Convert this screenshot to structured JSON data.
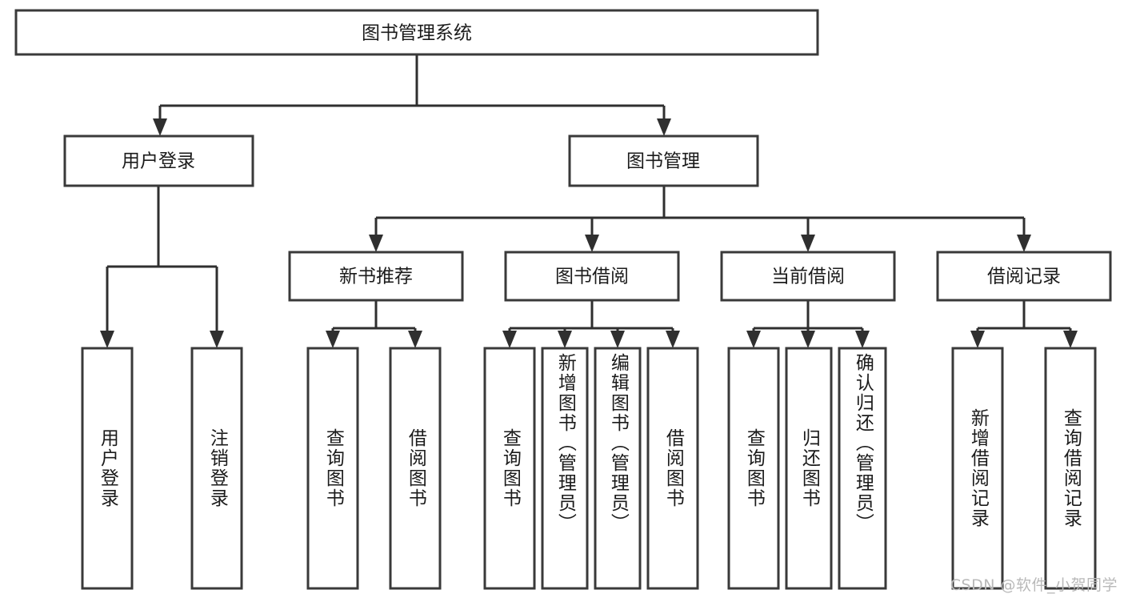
{
  "diagram": {
    "type": "tree",
    "title": "图书管理系统",
    "orientation": "top-down",
    "watermark": "CSDN @软件_小贺同学",
    "colors": {
      "box_stroke": "#3a3a3a",
      "box_fill": "#ffffff",
      "connector": "#2f2f2f",
      "text": "#1b1b1b",
      "background": "#ffffff",
      "watermark": "#b9b9b9"
    },
    "root": {
      "label": "图书管理系统"
    },
    "level2": [
      {
        "label": "用户登录"
      },
      {
        "label": "图书管理"
      }
    ],
    "level3": [
      {
        "label": "新书推荐"
      },
      {
        "label": "图书借阅"
      },
      {
        "label": "当前借阅"
      },
      {
        "label": "借阅记录"
      }
    ],
    "leaves": {
      "user_login": [
        {
          "label": "用户登录"
        },
        {
          "label": "注销登录"
        }
      ],
      "new_book_recommend": [
        {
          "label": "查询图书"
        },
        {
          "label": "借阅图书"
        }
      ],
      "book_borrow": [
        {
          "label": "查询图书"
        },
        {
          "label": "新增图书（管理员）"
        },
        {
          "label": "编辑图书（管理员）"
        },
        {
          "label": "借阅图书"
        }
      ],
      "current_borrow": [
        {
          "label": "查询图书"
        },
        {
          "label": "归还图书"
        },
        {
          "label": "确认归还（管理员）"
        }
      ],
      "borrow_record": [
        {
          "label": "新增借阅记录"
        },
        {
          "label": "查询借阅记录"
        }
      ]
    }
  }
}
